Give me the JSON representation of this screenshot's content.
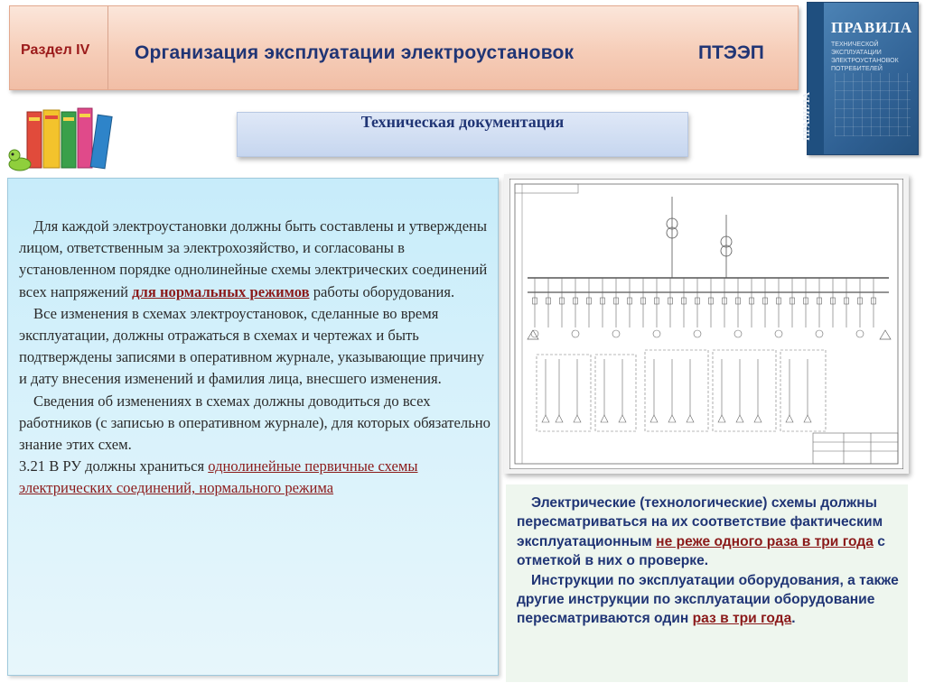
{
  "header": {
    "section": "Раздел IV",
    "title": "Организация эксплуатации электроустановок",
    "abbr": "ПТЭЭП"
  },
  "book": {
    "title": "ПРАВИЛА",
    "subtitle": "ТЕХНИЧЕСКОЙ ЭКСПЛУАТАЦИИ ЭЛЕКТРОУСТАНОВОК ПОТРЕБИТЕЛЕЙ",
    "spine": "ПРАВИЛА"
  },
  "subtitle": "Техническая документация",
  "left": {
    "p1_a": "Для каждой электроустановки должны быть составлены и утверждены лицом, ответственным за электрохозяйство, и согласованы в установленном порядке однолинейные схемы электрических соединений всех напряжений ",
    "p1_hl": "для нормальных режимов",
    "p1_b": " работы оборудования.",
    "p2": "Все изменения в схемах электроустановок, сделанные во время эксплуатации, должны отражаться в схемах и чертежах и быть подтверждены записями в оперативном журнале, указывающие причину и дату внесения изменений и фамилия лица, внесшего изменения.",
    "p3": "Сведения об изменениях в схемах должны доводиться до всех работников (с записью в оперативном журнале), для которых обязательно знание этих схем.",
    "clause_prefix": "3.21 В РУ должны храниться ",
    "clause_link": "однолинейные первичные схемы электрических соединений, нормального режима"
  },
  "right": {
    "p1_a": "Электрические (технологические) схемы должны пересматриваться на их соответствие фактическим эксплуатационным ",
    "p1_hl": "не реже одного раза в три года",
    "p1_b": " с отметкой в них о проверке.",
    "p2_a": "Инструкции по эксплуатации оборудования, а также другие инструкции по эксплуатации оборудование пересматриваются один ",
    "p2_hl": "раз в три года",
    "p2_b": "."
  },
  "colors": {
    "title_blue": "#203575",
    "accent_red": "#8b1a1a",
    "header_bg": "#f6cdb8",
    "left_panel_bg": "#d6f1fb",
    "right_panel_bg": "#eef6ee"
  }
}
